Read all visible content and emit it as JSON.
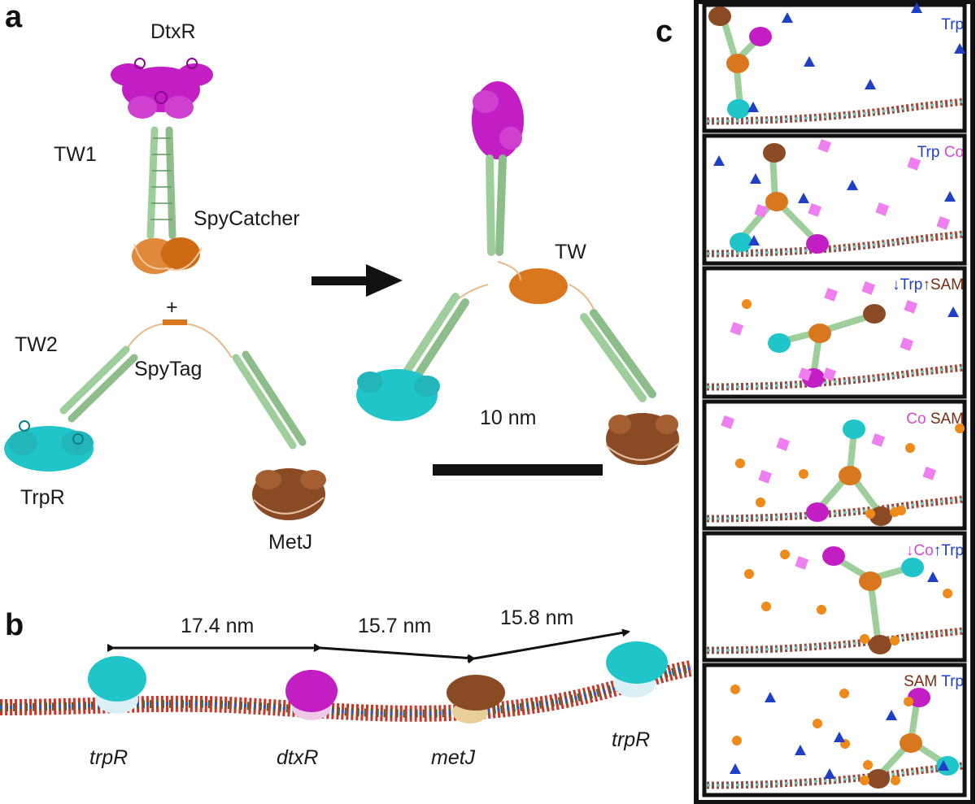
{
  "panel_letters": [
    "a",
    "b",
    "c"
  ],
  "panel_a": {
    "dtxr": "DtxR",
    "tw1": "TW1",
    "spycatcher": "SpyCatcher",
    "plus": "+",
    "tw2": "TW2",
    "spytag": "SpyTag",
    "trpr": "TrpR",
    "metj": "MetJ",
    "tw": "TW",
    "scale": "10 nm"
  },
  "panel_b": {
    "distances": [
      "17.4 nm",
      "15.7 nm",
      "15.8 nm"
    ],
    "genes": [
      "trpR",
      "dtxR",
      "metJ",
      "trpR"
    ]
  },
  "panel_c": {
    "boxes": [
      [
        {
          "t": "Trp",
          "c": "blue"
        }
      ],
      [
        {
          "t": "Trp",
          "c": "blue"
        },
        {
          "t": " Co",
          "c": "mag"
        }
      ],
      [
        {
          "t": "↓Trp",
          "c": "blue"
        },
        {
          "t": "↑SAM",
          "c": "brown"
        }
      ],
      [
        {
          "t": "Co",
          "c": "mag"
        },
        {
          "t": " SAM",
          "c": "brown"
        }
      ],
      [
        {
          "t": "↓Co",
          "c": "mag"
        },
        {
          "t": "↑Trp",
          "c": "blue"
        }
      ],
      [
        {
          "t": "SAM",
          "c": "brown"
        },
        {
          "t": " Trp",
          "c": "blue"
        }
      ]
    ]
  },
  "colors": {
    "dtxr": "#c21ec4",
    "coiled_coil": "#9fce9d",
    "spy": "#d9771e",
    "trpr": "#1fc5c9",
    "metj": "#8a4a24",
    "trp_ligand": "#1f3fc4",
    "co_ligand": "#ee7fee",
    "sam_ligand": "#ee8a1a"
  }
}
